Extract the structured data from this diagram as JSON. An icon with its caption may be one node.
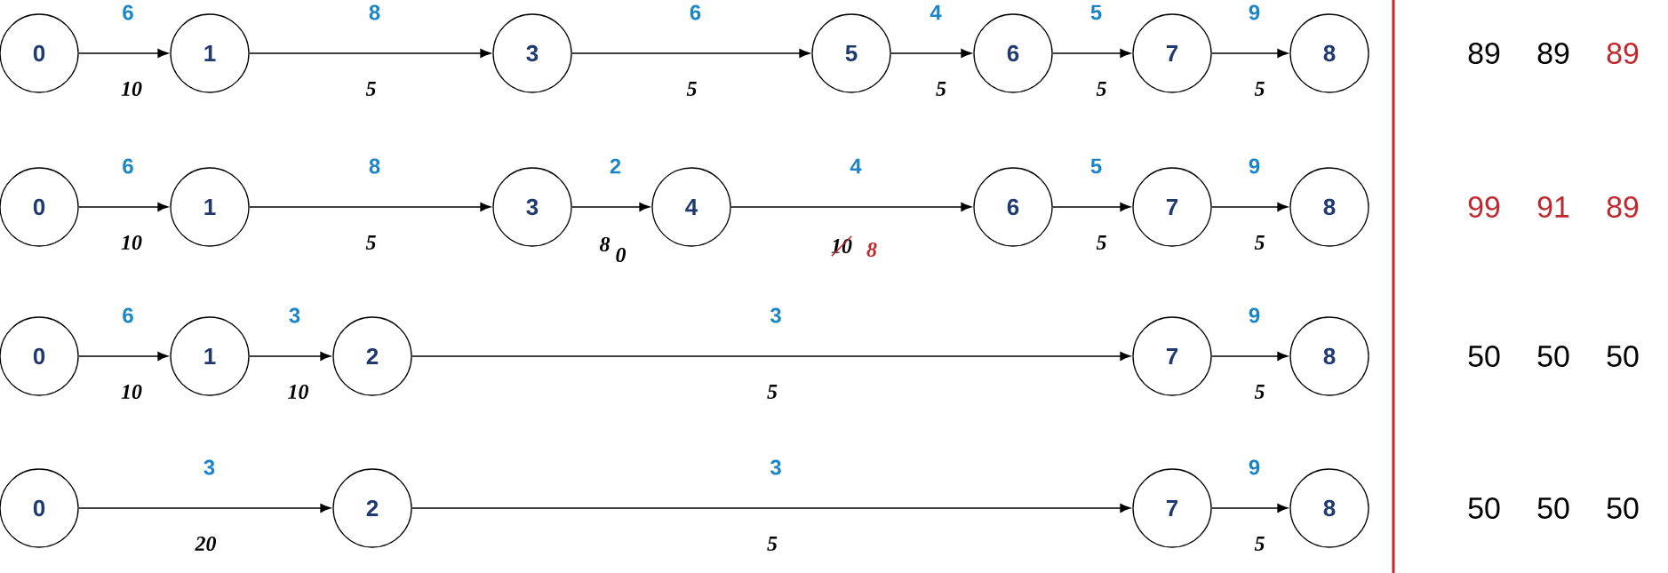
{
  "diagram": {
    "nodes": [
      {
        "text": [
          "0"
        ]
      },
      {
        "text": [
          "1"
        ]
      },
      {
        "text": [
          "3"
        ]
      },
      {
        "text": [
          "5"
        ]
      },
      {
        "text": [
          "6"
        ]
      },
      {
        "text": [
          "7"
        ]
      },
      {
        "text": [
          "8"
        ]
      },
      {
        "text": [
          "0"
        ]
      },
      {
        "text": [
          "1"
        ]
      },
      {
        "text": [
          "3"
        ]
      },
      {
        "text": [
          "4"
        ]
      },
      {
        "text": [
          "6"
        ]
      },
      {
        "text": [
          "7"
        ]
      },
      {
        "text": [
          "8"
        ]
      },
      {
        "text": [
          "0"
        ]
      },
      {
        "text": [
          "1"
        ]
      },
      {
        "text": [
          "2"
        ]
      },
      {
        "text": [
          "7"
        ]
      },
      {
        "text": [
          "8"
        ]
      },
      {
        "text": [
          "0"
        ]
      },
      {
        "text": [
          "2"
        ]
      },
      {
        "text": [
          "7"
        ]
      },
      {
        "text": [
          "8"
        ]
      }
    ],
    "edges": [
      {
        "from": 0,
        "to": 1,
        "arrow": "to",
        "label": "6"
      },
      {
        "from": 1,
        "to": 2,
        "arrow": "to",
        "label": "8"
      },
      {
        "from": 2,
        "to": 3,
        "arrow": "to",
        "label": "6"
      },
      {
        "from": 3,
        "to": 4,
        "arrow": "to",
        "label": "4"
      },
      {
        "from": 4,
        "to": 5,
        "arrow": "to",
        "label": "5"
      },
      {
        "from": 5,
        "to": 6,
        "arrow": "to",
        "label": "9"
      },
      {
        "from": 7,
        "to": 8,
        "arrow": "to",
        "label": "6"
      },
      {
        "from": 8,
        "to": 9,
        "arrow": "to",
        "label": "8"
      },
      {
        "from": 9,
        "to": 10,
        "arrow": "to",
        "label": "2"
      },
      {
        "from": 10,
        "to": 11,
        "arrow": "to",
        "label": "4"
      },
      {
        "from": 11,
        "to": 12,
        "arrow": "to",
        "label": "5"
      },
      {
        "from": 12,
        "to": 13,
        "arrow": "to",
        "label": "9"
      },
      {
        "from": 14,
        "to": 15,
        "arrow": "to",
        "label": "6"
      },
      {
        "from": 15,
        "to": 16,
        "arrow": "to",
        "label": "3"
      },
      {
        "from": 16,
        "to": 17,
        "arrow": "to",
        "label": "3"
      },
      {
        "from": 17,
        "to": 18,
        "arrow": "to",
        "label": "9"
      },
      {
        "from": 19,
        "to": 20,
        "arrow": "to",
        "label": "3"
      },
      {
        "from": 20,
        "to": 21,
        "arrow": "to",
        "label": "3"
      },
      {
        "from": 21,
        "to": 22,
        "arrow": "to",
        "label": "9"
      }
    ],
    "labels": [
      "10",
      "5",
      "5",
      "5",
      "5",
      "5",
      "89",
      "89",
      "89",
      "10",
      "5",
      "8",
      "0",
      "10",
      "8",
      "5",
      "5",
      "99",
      "91",
      "89",
      "10",
      "10",
      "5",
      "5",
      "50",
      "50",
      "50",
      "20",
      "5",
      "5",
      "50",
      "50",
      "50"
    ]
  }
}
